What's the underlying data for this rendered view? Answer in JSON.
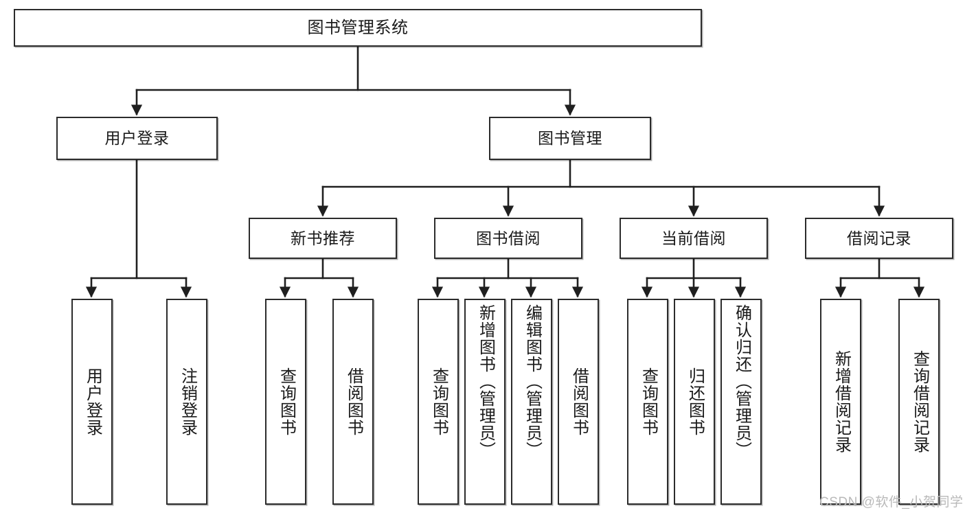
{
  "diagram": {
    "title": "图书管理系统",
    "type": "tree-hierarchy",
    "watermark": "CSDN @软件_小贺同学",
    "colors": {
      "background": "#ffffff",
      "box_border": "#2b2b2b",
      "box_fill": "#ffffff",
      "connector": "#1f1f1f",
      "text": "#1a1a1a",
      "watermark": "#b9b9b9"
    },
    "nodes": {
      "root": {
        "label": "图书管理系统"
      },
      "level2": [
        {
          "id": "user-login",
          "label": "用户登录"
        },
        {
          "id": "book-manage",
          "label": "图书管理"
        }
      ],
      "level3": [
        {
          "id": "new-book-recommend",
          "label": "新书推荐"
        },
        {
          "id": "book-borrow",
          "label": "图书借阅"
        },
        {
          "id": "current-borrow",
          "label": "当前借阅"
        },
        {
          "id": "borrow-record",
          "label": "借阅记录"
        }
      ],
      "leaves": {
        "user_login": [
          {
            "id": "leaf-user-login",
            "label": "用户登录"
          },
          {
            "id": "leaf-logout-login",
            "label": "注销登录"
          }
        ],
        "new_book_recommend": [
          {
            "id": "leaf-query-book-1",
            "label": "查询图书"
          },
          {
            "id": "leaf-borrow-book-1",
            "label": "借阅图书"
          }
        ],
        "book_borrow": [
          {
            "id": "leaf-query-book-2",
            "label": "查询图书"
          },
          {
            "id": "leaf-add-book",
            "label": "新增图书（管理员）"
          },
          {
            "id": "leaf-edit-book",
            "label": "编辑图书（管理员）"
          },
          {
            "id": "leaf-borrow-book-2",
            "label": "借阅图书"
          }
        ],
        "current_borrow": [
          {
            "id": "leaf-query-book-3",
            "label": "查询图书"
          },
          {
            "id": "leaf-return-book",
            "label": "归还图书"
          },
          {
            "id": "leaf-confirm-return",
            "label": "确认归还（管理员）"
          }
        ],
        "borrow_record": [
          {
            "id": "leaf-add-record",
            "label": "新增借阅记录"
          },
          {
            "id": "leaf-query-record",
            "label": "查询借阅记录"
          }
        ]
      }
    }
  }
}
